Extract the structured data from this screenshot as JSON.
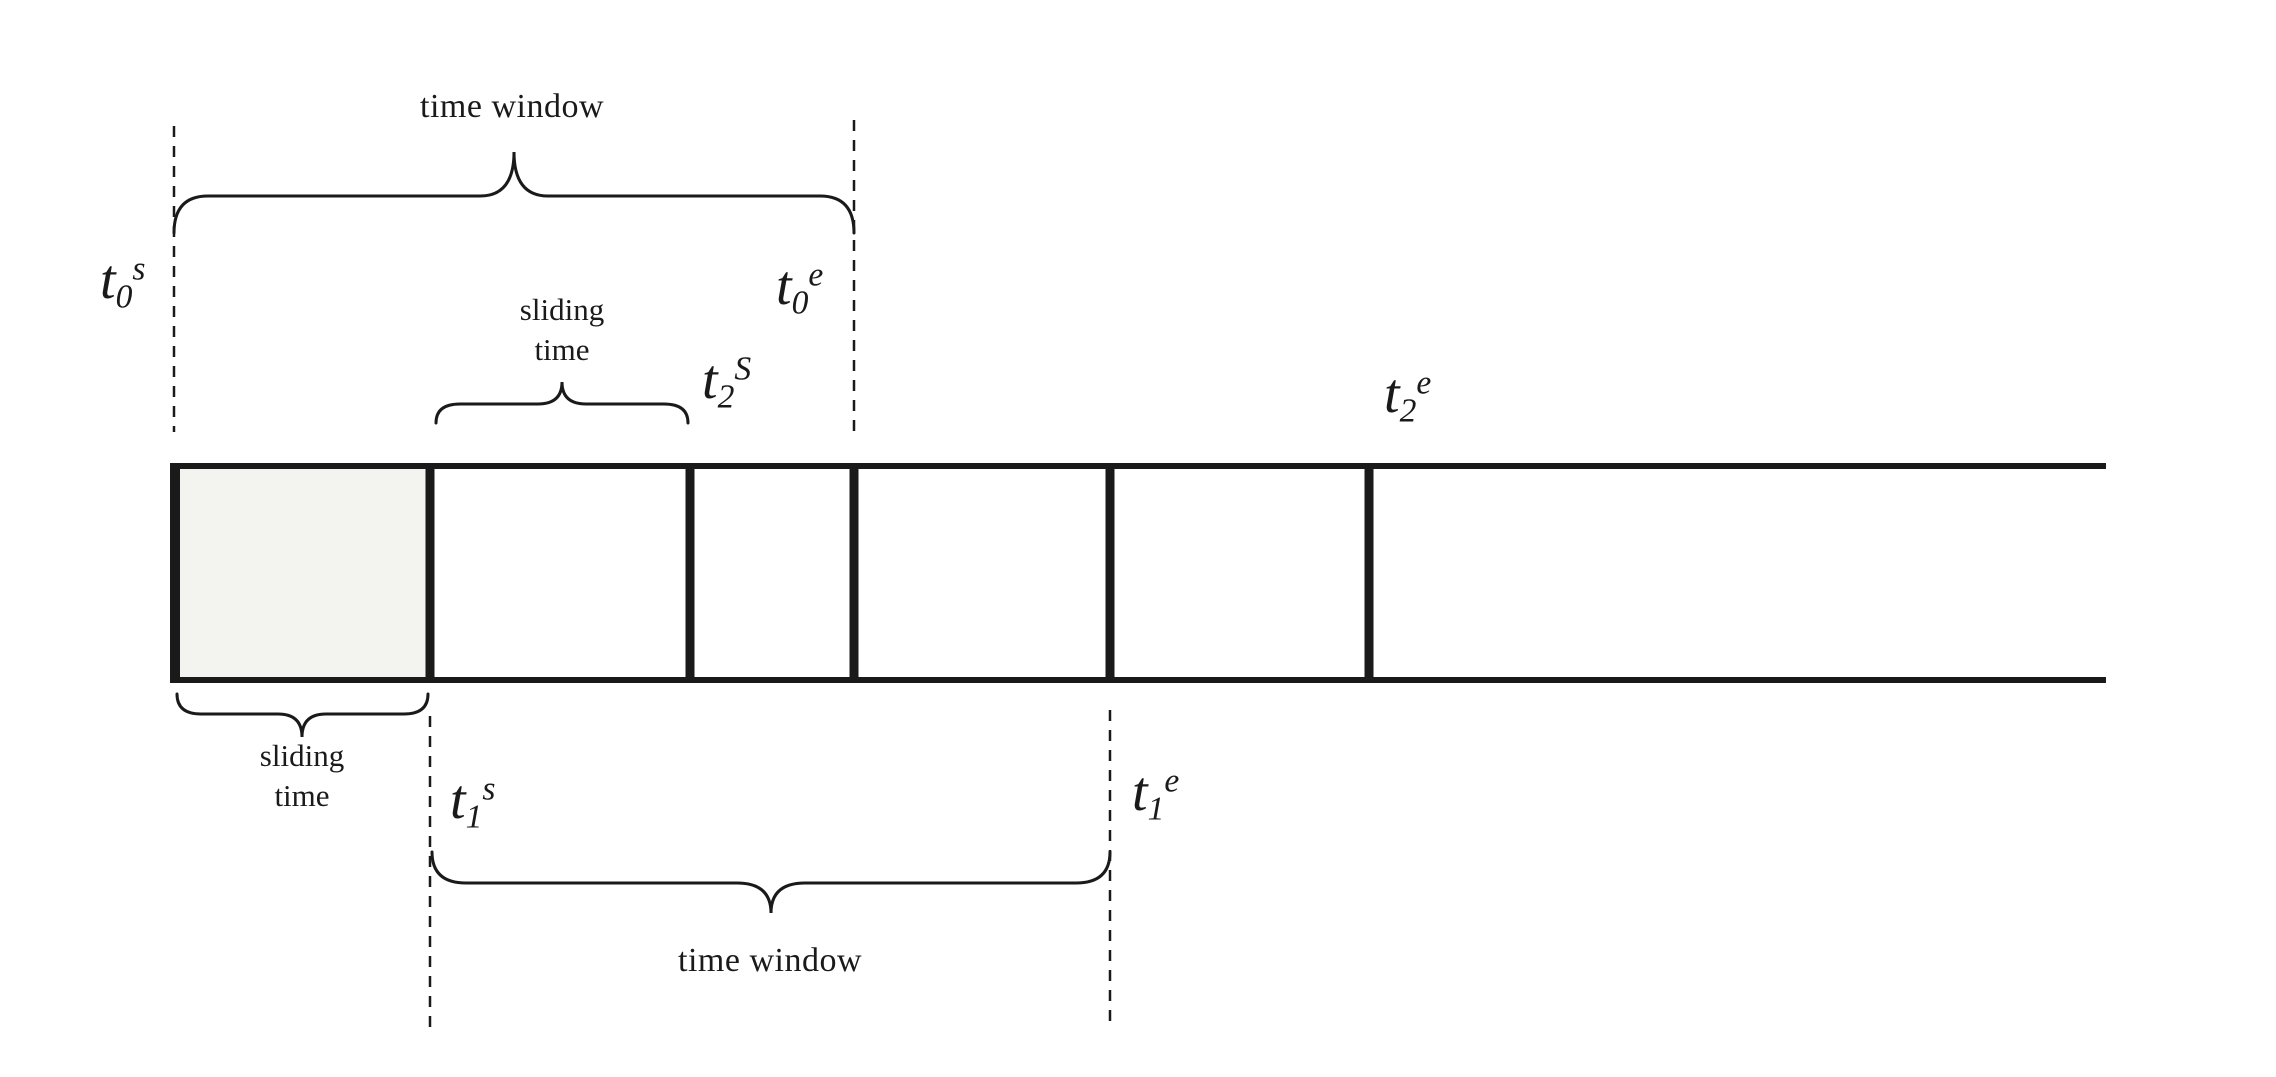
{
  "labels": {
    "time_window_top": "time window",
    "time_window_bottom": "time window",
    "sliding_time_top": {
      "line1": "sliding",
      "line2": "time"
    },
    "sliding_time_bottom": {
      "line1": "sliding",
      "line2": "time"
    }
  },
  "markers": {
    "t0s": {
      "base": "t",
      "sub": "0",
      "sup": "s"
    },
    "t0e": {
      "base": "t",
      "sub": "0",
      "sup": "e"
    },
    "t1s": {
      "base": "t",
      "sub": "1",
      "sup": "s"
    },
    "t1e": {
      "base": "t",
      "sub": "1",
      "sup": "e"
    },
    "t2s": {
      "base": "t",
      "sub": "2",
      "sup": "S"
    },
    "t2e": {
      "base": "t",
      "sub": "2",
      "sup": "e"
    }
  },
  "colors": {
    "line": "#1a1a1a",
    "background": "#ffffff",
    "shaded_segment": "#f3f3f0"
  }
}
